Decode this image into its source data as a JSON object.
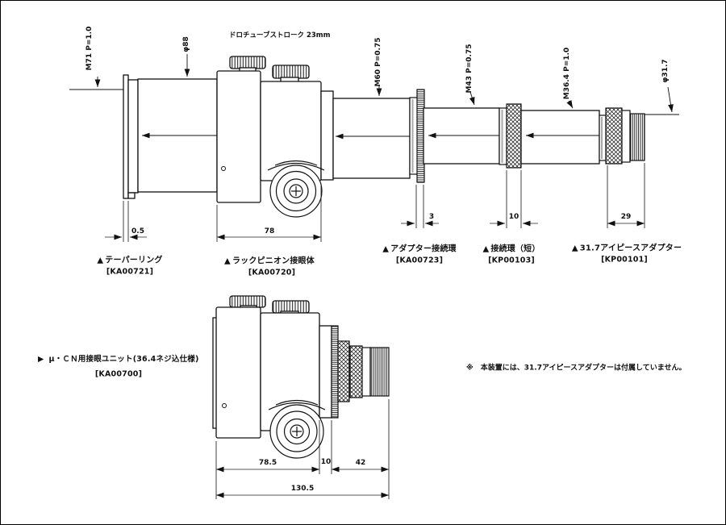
{
  "top_assembly": {
    "tube_stroke_note": "ドロチューブストローク 23mm",
    "callouts": {
      "left_thread": "M71 P=1.0",
      "tube_dia": "φ88",
      "m60_thread": "M60 P=0.75",
      "m43_thread": "M43 P=0.75",
      "m364_thread": "M36.4 P=1.0",
      "eyepiece_dia": "φ31.7"
    },
    "dims": {
      "taper_ring": "0.5",
      "focuser_body": "78",
      "adapter_ring": "3",
      "short_ring": "10",
      "eyepiece_adapter": "29"
    },
    "parts": [
      {
        "marker": "▲",
        "name": "テーパーリング",
        "code": "[KA00721]"
      },
      {
        "marker": "▲",
        "name": "ラックピニオン接眼体",
        "code": "[KA00720]"
      },
      {
        "marker": "▲",
        "name": "アダプター接続環",
        "code": "[KA00723]"
      },
      {
        "marker": "▲",
        "name": "接続環（短）",
        "code": "[KP00103]"
      },
      {
        "marker": "▲",
        "name": "31.7アイピースアダプター",
        "code": "[KP00101]"
      }
    ]
  },
  "bottom_assembly": {
    "marker": "▶",
    "name": "μ・ＣＮ用接眼ユニット(36.4ネジ込仕様)",
    "code": "[KA00700]",
    "dims": {
      "body": "78.5",
      "ring": "10",
      "adapter": "42",
      "overall": "130.5"
    }
  },
  "note": {
    "marker": "※",
    "text": "本装置には、31.7アイピースアダプターは付属していません。"
  }
}
